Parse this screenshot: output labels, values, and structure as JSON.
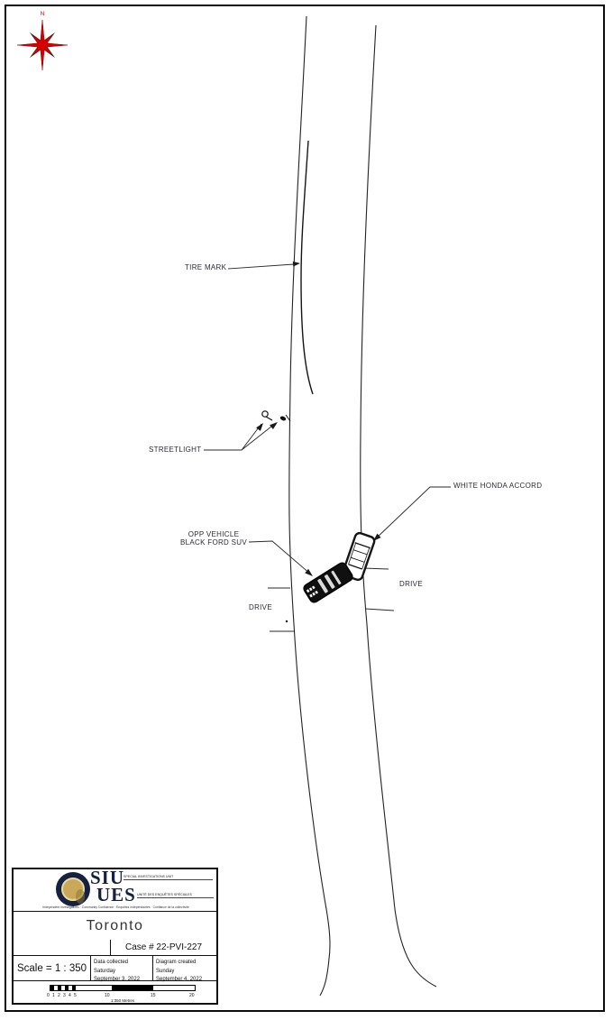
{
  "drawing": {
    "compass": {
      "label": "N",
      "color": "#d40000"
    },
    "labels": {
      "tire_mark": "TIRE MARK",
      "streetlight": "STREETLIGHT",
      "white_honda": "WHITE HONDA ACCORD",
      "opp_vehicle_line1": "OPP VEHICLE",
      "opp_vehicle_line2": "BLACK FORD SUV",
      "drive_left": "DRIVE",
      "drive_right": "DRIVE"
    }
  },
  "title_block": {
    "logo": {
      "siu": "SIU",
      "ues": "UES",
      "siu_sub": "SPECIAL INVESTIGATIONS UNIT",
      "ues_sub": "UNITÉ DES ENQUÊTES SPÉCIALES",
      "tagline": "Independent Investigations · Community Confidence · Enquêtes indépendantes · Confiance de la collectivité",
      "navy": "#16203f",
      "gold": "#c9a959"
    },
    "city": "Toronto",
    "case_number": "Case # 22-PVI-227",
    "scale_label": "Scale = 1 : 350",
    "data_collected": [
      "Data collected Saturday",
      "September 3, 2022"
    ],
    "diagram_created": [
      "Diagram created Sunday",
      "September 4, 2022"
    ],
    "scale_bar": {
      "ticks": [
        "0",
        "1",
        "2",
        "3",
        "4",
        "5",
        "10",
        "15",
        "20"
      ],
      "caption": "1:350 Metres"
    }
  }
}
